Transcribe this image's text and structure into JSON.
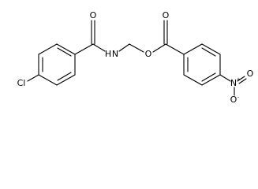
{
  "structure": {
    "atoms": {
      "cl": "Cl",
      "amide_o": "O",
      "amide_n": "N",
      "amide_h": "H",
      "ester_o_ring": "O",
      "ester_o_carbonyl": "O",
      "nitro_n": "N",
      "nitro_o_top": "O",
      "nitro_o_bottom": "O",
      "charge_plus": "+",
      "charge_minus": "-"
    }
  }
}
